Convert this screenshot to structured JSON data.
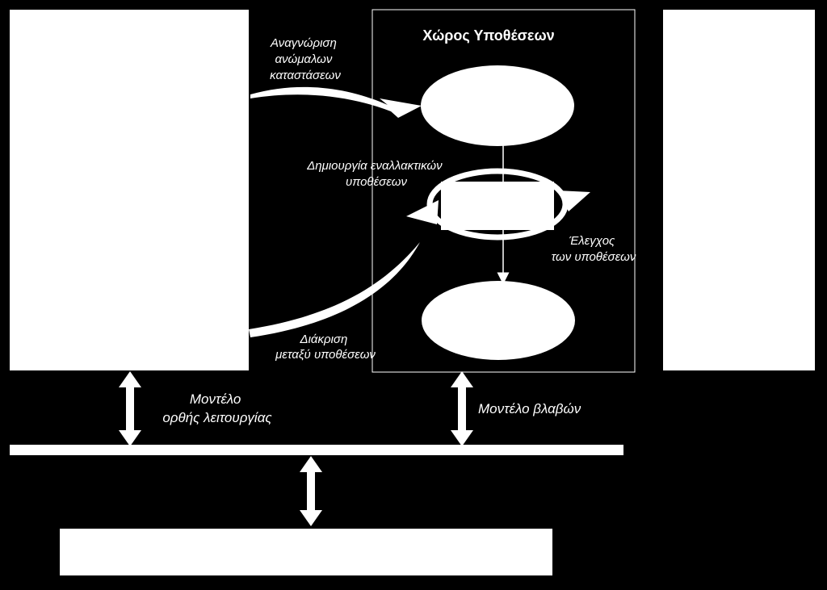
{
  "colors": {
    "background": "#000000",
    "foreground": "#ffffff"
  },
  "hypothesis_space": {
    "title": "Χώρος Υποθέσεων"
  },
  "labels": {
    "anomaly_line1": "Αναγνώριση",
    "anomaly_line2": "ανώμαλων",
    "anomaly_line3": "καταστάσεων",
    "generate_line1": "Δημιουργία εναλλακτικών",
    "generate_line2": "υποθέσεων",
    "check_line1": "Έλεγχος",
    "check_line2": "των υποθέσεων",
    "discrim_line1": "Διάκριση",
    "discrim_line2": "μεταξύ υποθέσεων",
    "normal_model_line1": "Μοντέλο",
    "normal_model_line2": "ορθής λειτουργίας",
    "fault_model": "Μοντέλο βλαβών"
  }
}
